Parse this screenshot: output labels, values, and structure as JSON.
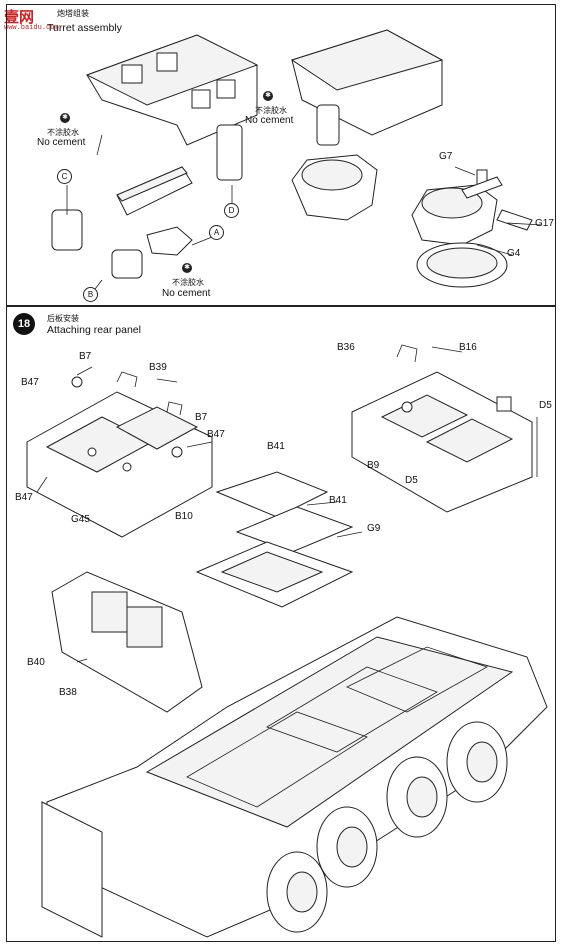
{
  "watermark": {
    "brand": "壹网",
    "url": "www.baidu.com"
  },
  "step17": {
    "title_cn": "炮塔组装",
    "title_en": "Turret assembly",
    "notes": [
      {
        "cn": "不涂胶水",
        "en": "No cement"
      },
      {
        "cn": "不涂胶水",
        "en": "No cement"
      },
      {
        "cn": "不涂胶水",
        "en": "No cement"
      }
    ],
    "part_letters": [
      "C",
      "D",
      "A",
      "B"
    ],
    "part_labels": [
      "G7",
      "G17",
      "G4"
    ]
  },
  "step18": {
    "number": "18",
    "title_cn": "后板安装",
    "title_en": "Attaching rear panel",
    "labels": [
      "B7",
      "B47",
      "B39",
      "B7",
      "B47",
      "B47",
      "G45",
      "B41",
      "B10",
      "B41",
      "G9",
      "B40",
      "B38",
      "B36",
      "B16",
      "D5",
      "B9",
      "D5"
    ]
  },
  "icons": {
    "glue": "no-glue-icon"
  }
}
